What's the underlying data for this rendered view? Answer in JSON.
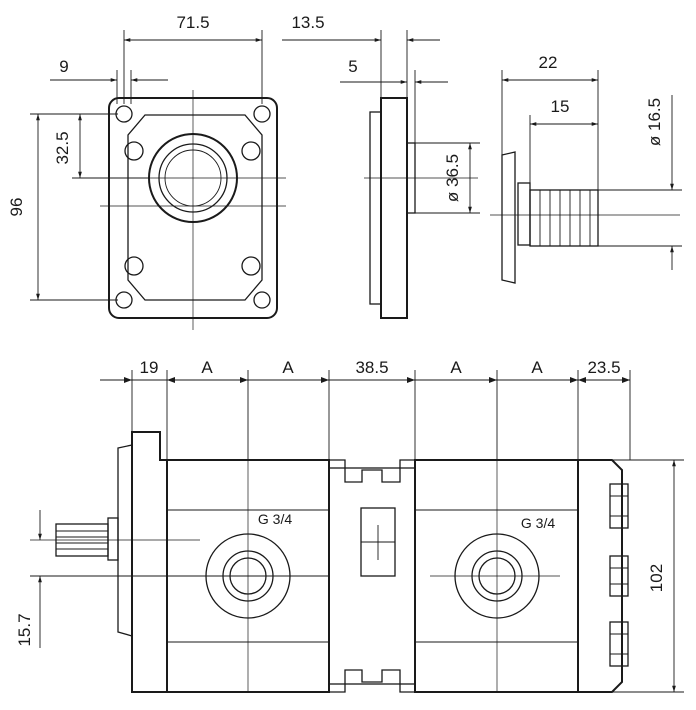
{
  "flange_view": {
    "dim_width": "71.5",
    "dim_hole_offset": "9",
    "dim_center_height": "32.5",
    "dim_height": "96"
  },
  "side_view": {
    "dim_flange_thickness": "13.5",
    "dim_spigot": "5",
    "dim_pilot_diameter": "ø 36.5"
  },
  "shaft_view": {
    "dim_total": "22",
    "dim_spline": "15",
    "dim_shaft_diameter": "ø 16.5"
  },
  "assembly_view": {
    "dim_segments": [
      "19",
      "A",
      "A",
      "38.5",
      "A",
      "A",
      "23.5"
    ],
    "port_label_1": "G 3/4",
    "port_label_2": "G 3/4",
    "dim_shaft_height": "15.7",
    "dim_body_height": "102"
  }
}
